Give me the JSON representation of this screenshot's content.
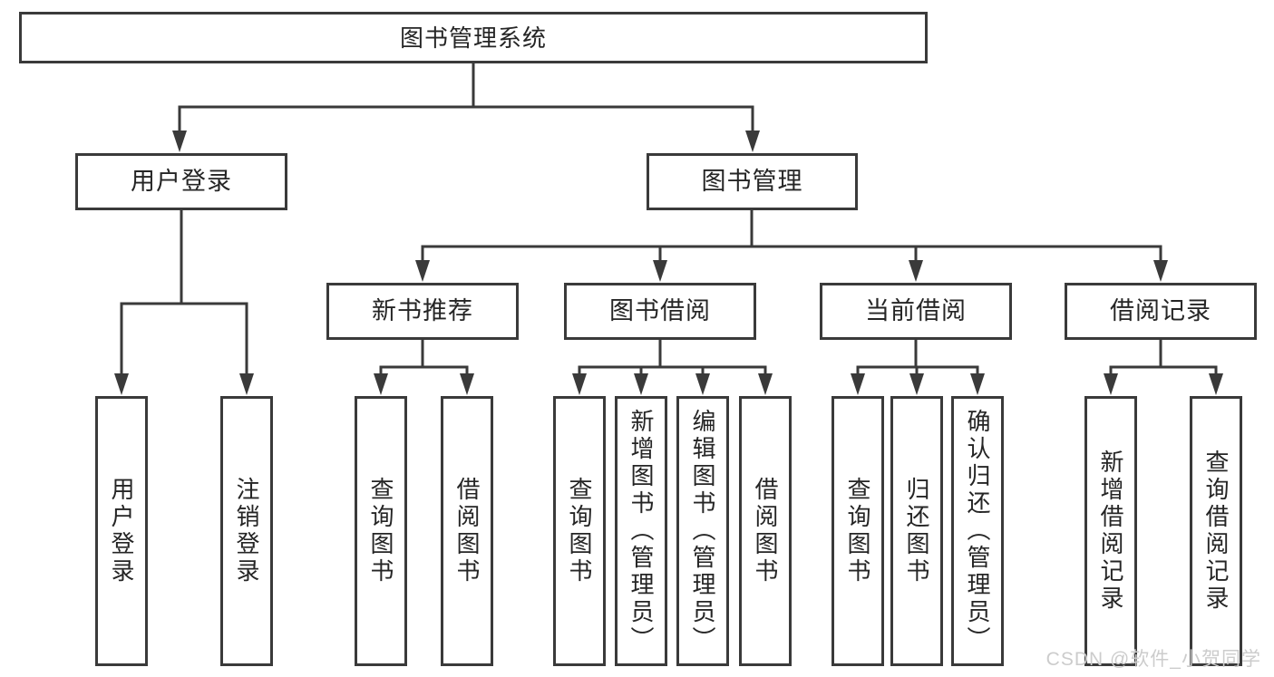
{
  "title": "图书管理系统",
  "level2": {
    "user_login": "用户登录",
    "book_management": "图书管理"
  },
  "level3": {
    "new_book_recommend": "新书推荐",
    "book_borrow": "图书借阅",
    "current_borrow": "当前借阅",
    "borrow_record": "借阅记录"
  },
  "leaves": {
    "user_login": [
      "用户登录",
      "注销登录"
    ],
    "new_book_recommend": [
      "查询图书",
      "借阅图书"
    ],
    "book_borrow": [
      "查询图书",
      "新增图书（管理员）",
      "编辑图书（管理员）",
      "借阅图书"
    ],
    "current_borrow": [
      "查询图书",
      "归还图书",
      "确认归还（管理员）"
    ],
    "borrow_record": [
      "新增借阅记录",
      "查询借阅记录"
    ]
  },
  "watermark": "CSDN @软件_小贺同学",
  "colors": {
    "line": "#3a3a3a",
    "text": "#252525",
    "watermark": "#cccccc",
    "background": "#ffffff"
  }
}
